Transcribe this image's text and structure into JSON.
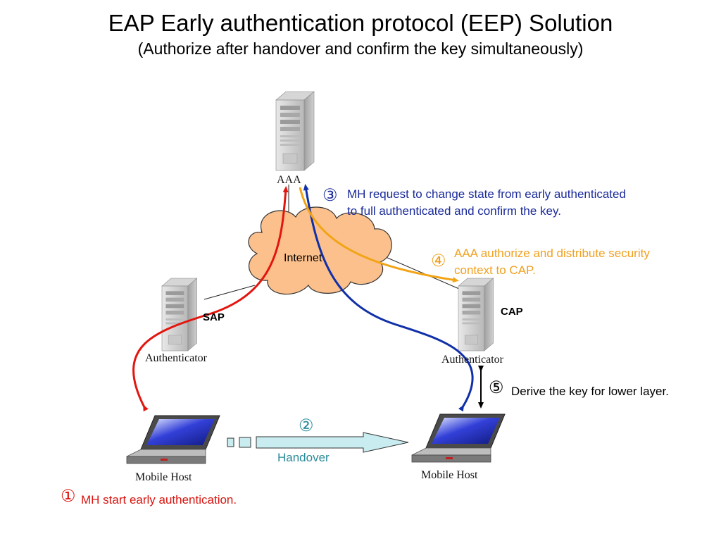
{
  "title": "EAP Early authentication protocol (EEP) Solution",
  "subtitle": "(Authorize after handover and confirm the key simultaneously)",
  "nodes": {
    "aaa": "AAA",
    "internet": "Internet",
    "sap": "SAP",
    "cap": "CAP",
    "sap_role": "Authenticator",
    "cap_role": "Authenticator",
    "mobile_left": "Mobile Host",
    "mobile_right": "Mobile Host"
  },
  "steps": {
    "s1": {
      "num": "①",
      "text": "MH start early authentication.",
      "color": "#d9140f"
    },
    "s2": {
      "num": "②",
      "text": "Handover",
      "color": "#2a8a9a"
    },
    "s3": {
      "num": "③",
      "line1": "MH request to change state from early authenticated",
      "line2": "to full authenticated and confirm the key.",
      "color": "#1a2a9a"
    },
    "s4": {
      "num": "④",
      "line1": "AAA authorize and distribute security",
      "line2": "context to CAP.",
      "color": "#f0a020"
    },
    "s5": {
      "num": "⑤",
      "text": "Derive the key for lower layer.",
      "color": "#000000"
    }
  },
  "colors": {
    "red_arrow": "#e2160f",
    "blue_arrow": "#1030a8",
    "orange_arrow": "#f2a416",
    "cloud_fill": "#fbc08c",
    "cloud_stroke": "#444444",
    "handover_arrow": "#c9ecf0"
  }
}
